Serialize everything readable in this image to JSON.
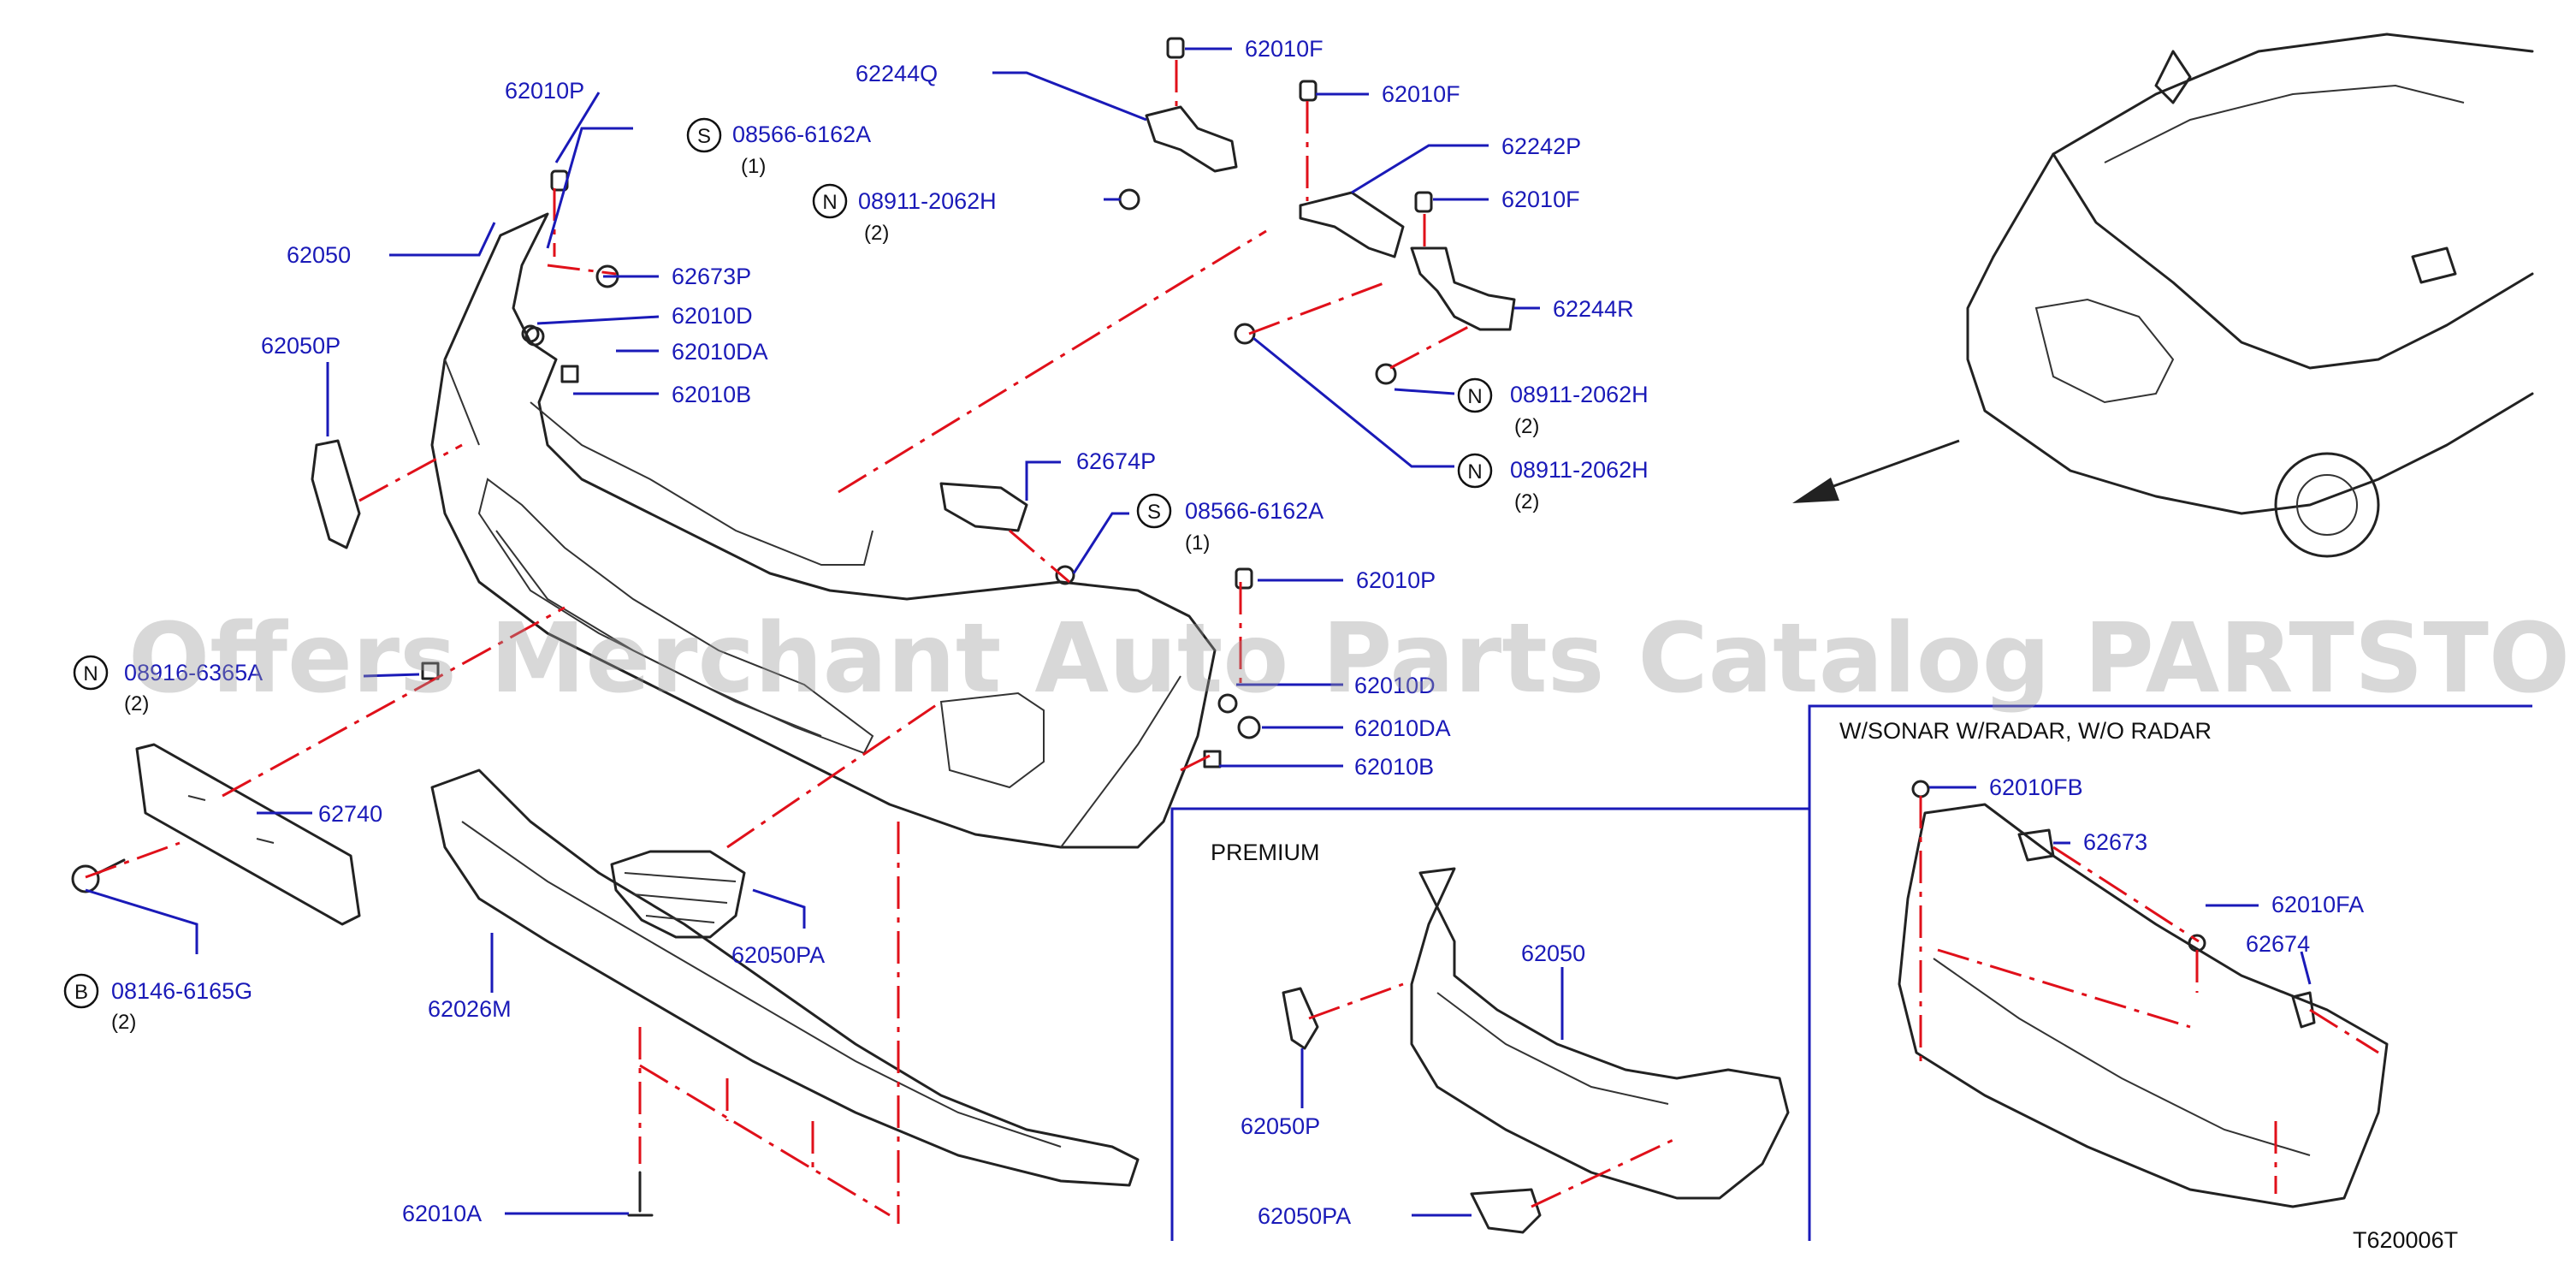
{
  "watermark": "Offers Merchant Auto Parts Catalog PARTSTORE.SA",
  "diagram_code": "T620006T",
  "labels": {
    "p62010P_top": "62010P",
    "s08566_top": "08566-6162A",
    "s08566_top_qty": "(1)",
    "p62050": "62050",
    "p62050P": "62050P",
    "p62673P": "62673P",
    "p62010D": "62010D",
    "p62010DA": "62010DA",
    "p62010B": "62010B",
    "n0891X": "08916-6365A",
    "n0891X_qty": "(2)",
    "p62740": "62740",
    "b08146": "08146-6165G",
    "b08146_qty": "(2)",
    "p62026M": "62026M",
    "p62010A": "62010A",
    "p62050PA": "62050PA",
    "p62244Q": "62244Q",
    "p62010F_a": "62010F",
    "p62010F_b": "62010F",
    "n08911_top": "08911-2062H",
    "n08911_top_qty": "(2)",
    "p62242P": "62242P",
    "p62010F_c": "62010F",
    "p62244R": "62244R",
    "n08911_mid": "08911-2062H",
    "n08911_mid_qty": "(2)",
    "n08911_low": "08911-2062H",
    "n08911_low_qty": "(2)",
    "p62674P": "62674P",
    "s08566_mid": "08566-6162A",
    "s08566_mid_qty": "(1)",
    "p62010P_mid": "62010P",
    "p62010D_r": "62010D",
    "p62010DA_r": "62010DA",
    "p62010B_r": "62010B"
  },
  "premium_panel": {
    "title": "PREMIUM",
    "p62050": "62050",
    "p62050P": "62050P",
    "p62050PA": "62050PA"
  },
  "sonar_panel": {
    "title": "W/SONAR   W/RADAR,   W/O   RADAR",
    "p62010FB": "62010FB",
    "p62673": "62673",
    "p62010FA": "62010FA",
    "p62674": "62674"
  },
  "symbols": {
    "S": "S",
    "N": "N",
    "B": "B"
  },
  "colors": {
    "label": "#1a1ab8",
    "dash": "#e0101a",
    "line": "#222222",
    "panel_border": "#1a1ab8"
  }
}
